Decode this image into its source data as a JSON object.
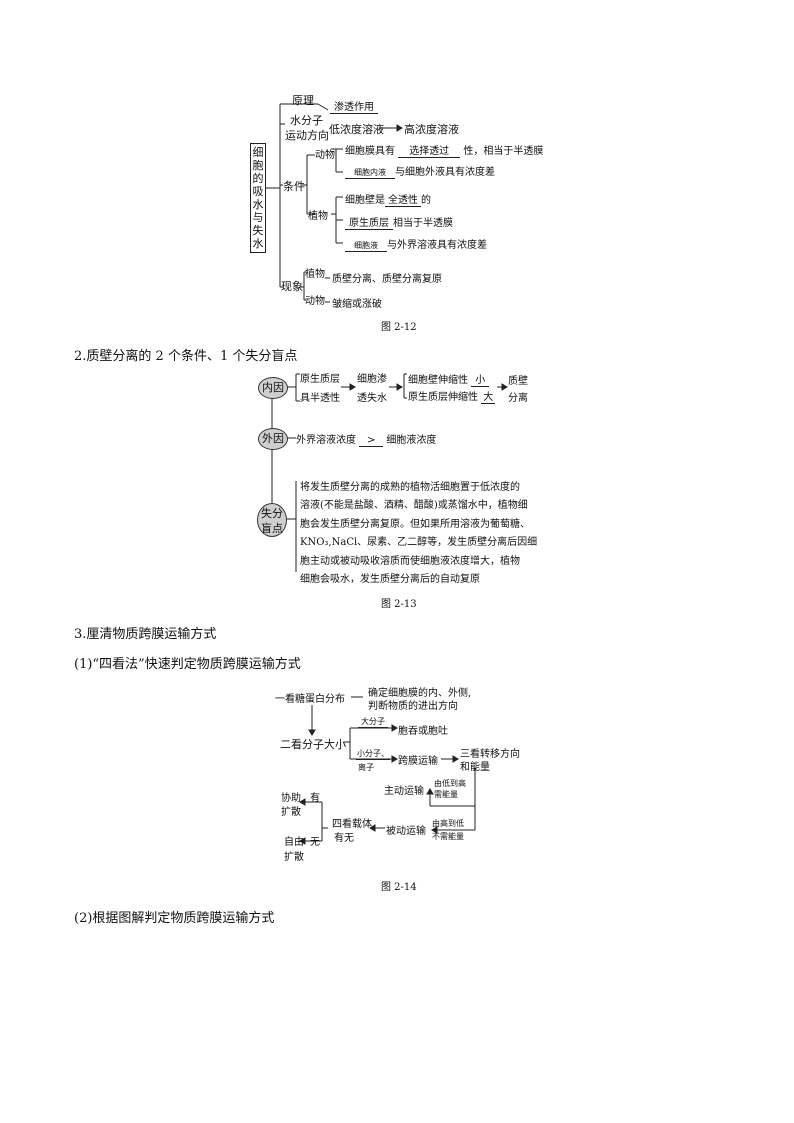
{
  "fig12": {
    "root": "细胞的吸水与失水",
    "yuanli": "原理",
    "yuanli_val": "渗透作用",
    "shuifenzi": "水分子",
    "yundongfangxiang": "运动方向",
    "direction_from": "低浓度溶液",
    "direction_to": "高浓度溶液",
    "tiaojian": "条件",
    "dongwu": "动物",
    "dongwu_c1_pre": "细胞膜具有",
    "dongwu_c1_blank": "选择透过",
    "dongwu_c1_post": "性，相当于半透膜",
    "dongwu_c2_blank": "细胞内液",
    "dongwu_c2_post": "与细胞外液具有浓度差",
    "zhiwu": "植物",
    "zhiwu_c1_pre": "细胞壁是",
    "zhiwu_c1_blank": "全透性",
    "zhiwu_c1_post": "的",
    "zhiwu_c2_blank": "原生质层",
    "zhiwu_c2_post": "相当于半透膜",
    "zhiwu_c3_blank": "细胞液",
    "zhiwu_c3_post": "与外界溶液具有浓度差",
    "xianxiang": "现象",
    "xx_zhiwu": "植物",
    "xx_zhiwu_val": "质壁分离、质壁分离复原",
    "xx_dongwu": "动物",
    "xx_dongwu_val": "皱缩或涨破",
    "caption": "图 2-12"
  },
  "heading2": "2.质壁分离的 2 个条件、1 个失分盲点",
  "fig13": {
    "neiyin": "内因",
    "n_a1": "原生质层",
    "n_a2": "具半透性",
    "n_b1": "细胞渗",
    "n_b2": "透失水",
    "n_c1": "细胞壁伸缩性",
    "n_c1_blank": "小",
    "n_c2": "原生质层伸缩性",
    "n_c2_blank": "大",
    "n_d1": "质壁",
    "n_d2": "分离",
    "waiyin": "外因",
    "w_pre": "外界溶液浓度",
    "w_blank": ">",
    "w_post": "细胞液浓度",
    "shifen1": "失分",
    "shifen2": "盲点",
    "m1": "将发生质壁分离的成熟的植物活细胞置于低浓度的",
    "m2": "溶液(不能是盐酸、酒精、醋酸)或蒸馏水中，植物细",
    "m3": "胞会发生质壁分离复原。但如果所用溶液为葡萄糖、",
    "m4": "KNO₃,NaCl、尿素、乙二醇等，发生质壁分离后因细",
    "m5": "胞主动或被动吸收溶质而使细胞液浓度增大，植物",
    "m6": "细胞会吸水，发生质壁分离后的自动复原",
    "caption": "图 2-13"
  },
  "heading3": "3.厘清物质跨膜运输方式",
  "heading3_1": "(1)“四看法”快速判定物质跨膜运输方式",
  "fig14": {
    "s1": "一看糖蛋白分布",
    "s1_note1": "确定细胞膜的内、外侧,",
    "s1_note2": "判断物质的进出方向",
    "s2": "二看分子大小",
    "big": "大分子",
    "big_res": "胞吞或胞吐",
    "small1": "小分子、",
    "small2": "离子",
    "kuamo": "跨膜运输",
    "s3_1": "三看转移方向",
    "s3_2": "和能量",
    "lowhigh1": "由低到高",
    "lowhigh2": "需能量",
    "zhudong": "主动运输",
    "highlow1": "由高到低",
    "highlow2": "不需能量",
    "beidong": "被动运输",
    "s4_1": "四看载体",
    "s4_2": "有无",
    "you": "有",
    "wu": "无",
    "xiezhu1": "协助",
    "xiezhu2": "扩散",
    "ziyou1": "自由",
    "ziyou2": "扩散",
    "caption": "图 2-14"
  },
  "heading3_2": "(2)根据图解判定物质跨膜运输方式"
}
